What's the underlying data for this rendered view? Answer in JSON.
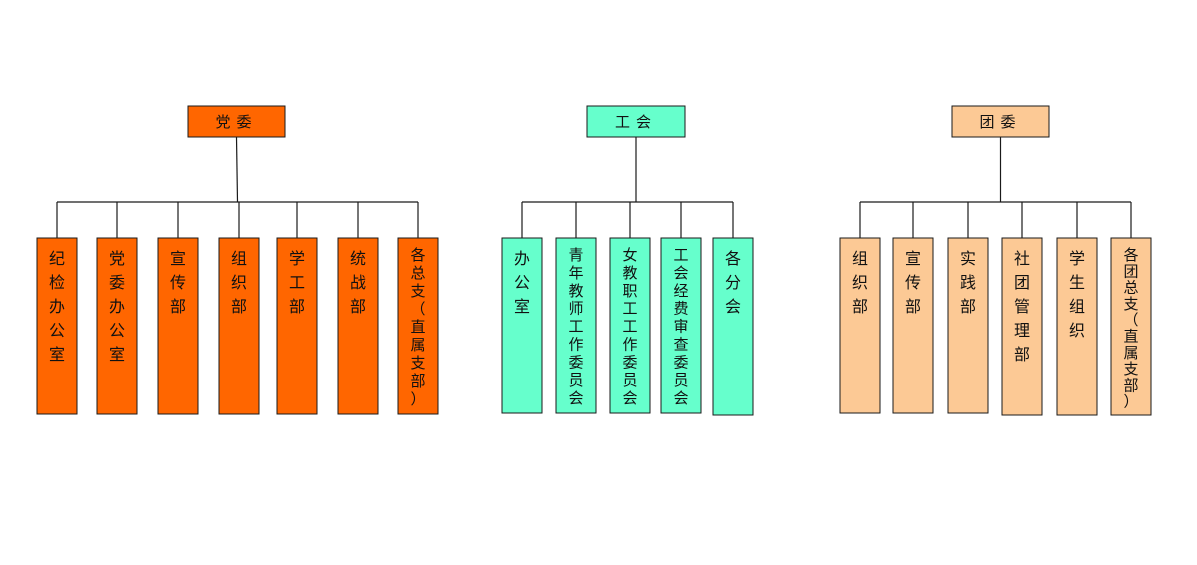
{
  "groups": [
    {
      "title": "党委",
      "color": "#ff6600",
      "children": [
        "纪检办公室",
        "党委办公室",
        "宣传部",
        "组织部",
        "学工部",
        "统战部",
        "各总支（直属支部）"
      ]
    },
    {
      "title": "工会",
      "color": "#66ffcc",
      "children": [
        "办公室",
        "青年教师工作委员会",
        "女教职工工作委员会",
        "工会经费审查委员会",
        "各分会"
      ]
    },
    {
      "title": "团委",
      "color": "#fcc995",
      "children": [
        "组织部",
        "宣传部",
        "实践部",
        "社团管理部",
        "学生组织",
        "各团总支（直属支部）"
      ]
    }
  ]
}
